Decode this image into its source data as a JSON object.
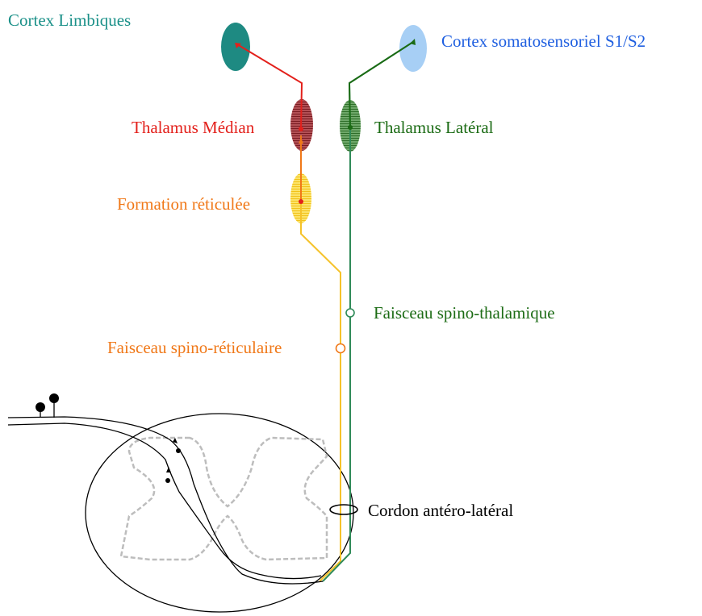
{
  "labels": {
    "cortex_limbiques": "Cortex Limbiques",
    "cortex_somatosensoriel": "Cortex somatosensoriel S1/S2",
    "thalamus_median": "Thalamus Médian",
    "thalamus_lateral": "Thalamus Latéral",
    "formation_reticulee": "Formation réticulée",
    "faisceau_spino_thalamique": "Faisceau spino-thalamique",
    "faisceau_spino_reticulaire": "Faisceau spino-réticulaire",
    "cordon_antero_lateral": "Cordon antéro-latéral"
  },
  "colors": {
    "teal": "#1a9088",
    "blue": "#1f5fe0",
    "red": "#e3201b",
    "dark_green": "#1b6b14",
    "orange": "#f07818",
    "yellow": "#f5c22a",
    "path_green": "#2f8a58",
    "black": "#000000"
  }
}
